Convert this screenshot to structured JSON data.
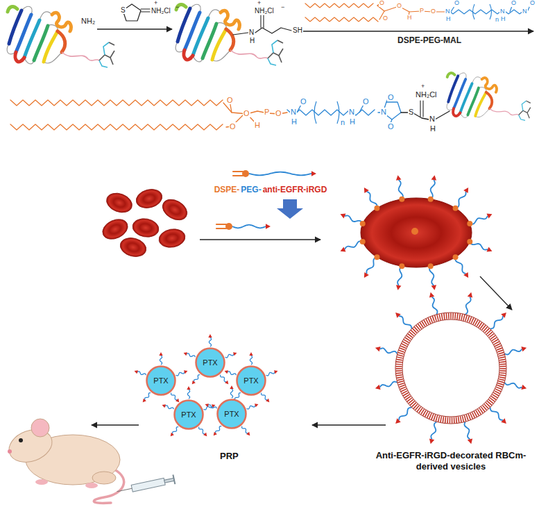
{
  "diagram": {
    "nodes": [
      {
        "text": [
          "Anti-EGFR-iRGD-decorated RBCm-derived vesicles"
        ]
      },
      {
        "text": [
          "PTX"
        ]
      },
      {
        "text": [
          "PTX"
        ]
      },
      {
        "text": [
          "PTX"
        ]
      },
      {
        "text": [
          "PTX"
        ]
      },
      {
        "text": [
          "PTX"
        ]
      }
    ],
    "labels": [
      "NH₂",
      "S",
      "+",
      "NH₂Cl",
      "−",
      "+",
      "NH₂Cl",
      "−",
      "N",
      "H",
      "SH",
      "DSPE-PEG-MAL",
      "O",
      "O",
      "O",
      "H",
      "P",
      "O",
      "N",
      "H",
      "O",
      "n",
      "N",
      "H",
      "O",
      "N",
      "O",
      "O",
      "O",
      "O",
      "H",
      "P",
      "O",
      "N",
      "H",
      "O",
      "n",
      "N",
      "H",
      "O",
      "N",
      "O",
      "S",
      "O",
      "+",
      "NH₂Cl",
      "N",
      "H",
      "DSPE-",
      "PEG-",
      "anti-EGFR-iRGD",
      "PRP"
    ]
  }
}
